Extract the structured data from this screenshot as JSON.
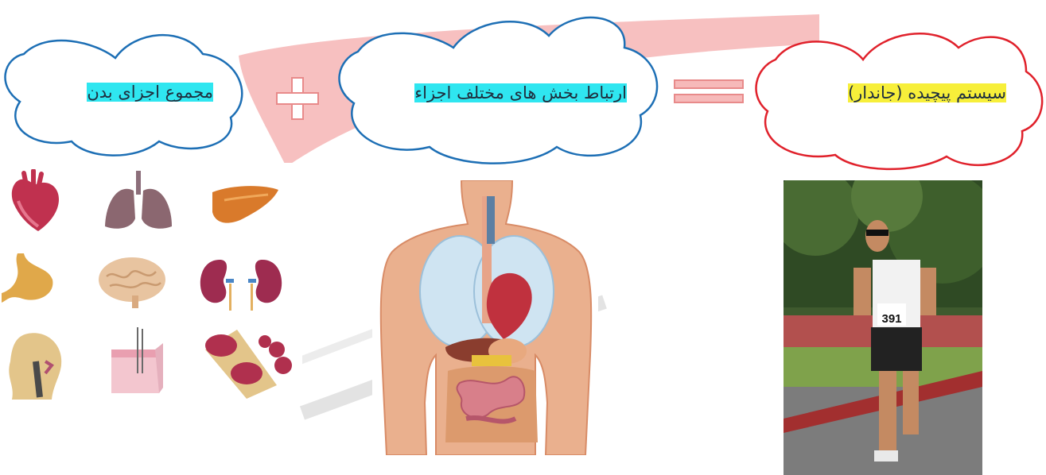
{
  "slide": {
    "watermark_colors": [
      "#e84a4a",
      "#b9b9b9"
    ]
  },
  "clouds": [
    {
      "text": "مجموع اجزای بدن",
      "outline": "#1d6fb5",
      "highlight": "#2fe6f0"
    },
    {
      "text": "ارتباط بخش های مختلف اجزاء",
      "outline": "#1d6fb5",
      "highlight": "#2fe6f0"
    },
    {
      "text": "سیستم پیچیده (جاندار)",
      "outline": "#e0212b",
      "highlight": "#f7ef3a"
    }
  ],
  "operators": {
    "plus": {
      "symbol": "+",
      "color": "#e88a8a"
    },
    "equals": {
      "symbol": "=",
      "color": "#e88a8a"
    }
  },
  "organs": [
    "heart-icon",
    "lungs-icon",
    "liver-icon",
    "stomach-icon",
    "brain-icon",
    "kidneys-icon",
    "head-anatomy-icon",
    "skin-icon",
    "blood-cells-icon"
  ],
  "runner": {
    "bib": "391"
  }
}
